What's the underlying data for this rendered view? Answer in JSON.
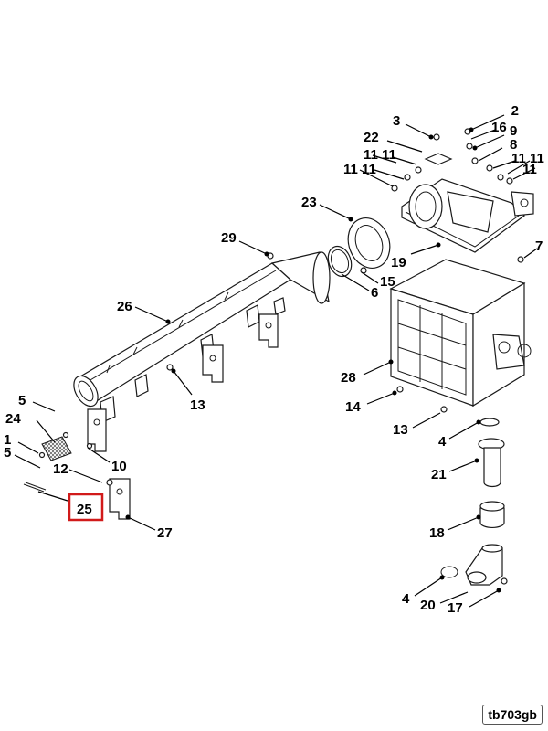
{
  "figure_id": "tb703gb",
  "highlight_color": "#d11a1a",
  "highlighted_callout": "25",
  "callouts": [
    {
      "key": "c2",
      "text": "2"
    },
    {
      "key": "c3",
      "text": "3"
    },
    {
      "key": "c16",
      "text": "16"
    },
    {
      "key": "c9",
      "text": "9"
    },
    {
      "key": "c22",
      "text": "22"
    },
    {
      "key": "c8",
      "text": "8"
    },
    {
      "key": "c11a",
      "text": "11"
    },
    {
      "key": "c11b",
      "text": "11"
    },
    {
      "key": "c11c",
      "text": "11"
    },
    {
      "key": "c11d",
      "text": "11"
    },
    {
      "key": "c11e",
      "text": "11"
    },
    {
      "key": "c11f",
      "text": "11"
    },
    {
      "key": "c11g",
      "text": "11"
    },
    {
      "key": "c23",
      "text": "23"
    },
    {
      "key": "c29",
      "text": "29"
    },
    {
      "key": "c19",
      "text": "19"
    },
    {
      "key": "c7",
      "text": "7"
    },
    {
      "key": "c15",
      "text": "15"
    },
    {
      "key": "c6",
      "text": "6"
    },
    {
      "key": "c26",
      "text": "26"
    },
    {
      "key": "c28",
      "text": "28"
    },
    {
      "key": "c13a",
      "text": "13"
    },
    {
      "key": "c14",
      "text": "14"
    },
    {
      "key": "c5a",
      "text": "5"
    },
    {
      "key": "c13b",
      "text": "13"
    },
    {
      "key": "c24",
      "text": "24"
    },
    {
      "key": "c4a",
      "text": "4"
    },
    {
      "key": "c1",
      "text": "1"
    },
    {
      "key": "c5b",
      "text": "5"
    },
    {
      "key": "c10",
      "text": "10"
    },
    {
      "key": "c21",
      "text": "21"
    },
    {
      "key": "c12",
      "text": "12"
    },
    {
      "key": "c25",
      "text": "25"
    },
    {
      "key": "c18",
      "text": "18"
    },
    {
      "key": "c27",
      "text": "27"
    },
    {
      "key": "c4b",
      "text": "4"
    },
    {
      "key": "c20",
      "text": "20"
    },
    {
      "key": "c17",
      "text": "17"
    }
  ]
}
